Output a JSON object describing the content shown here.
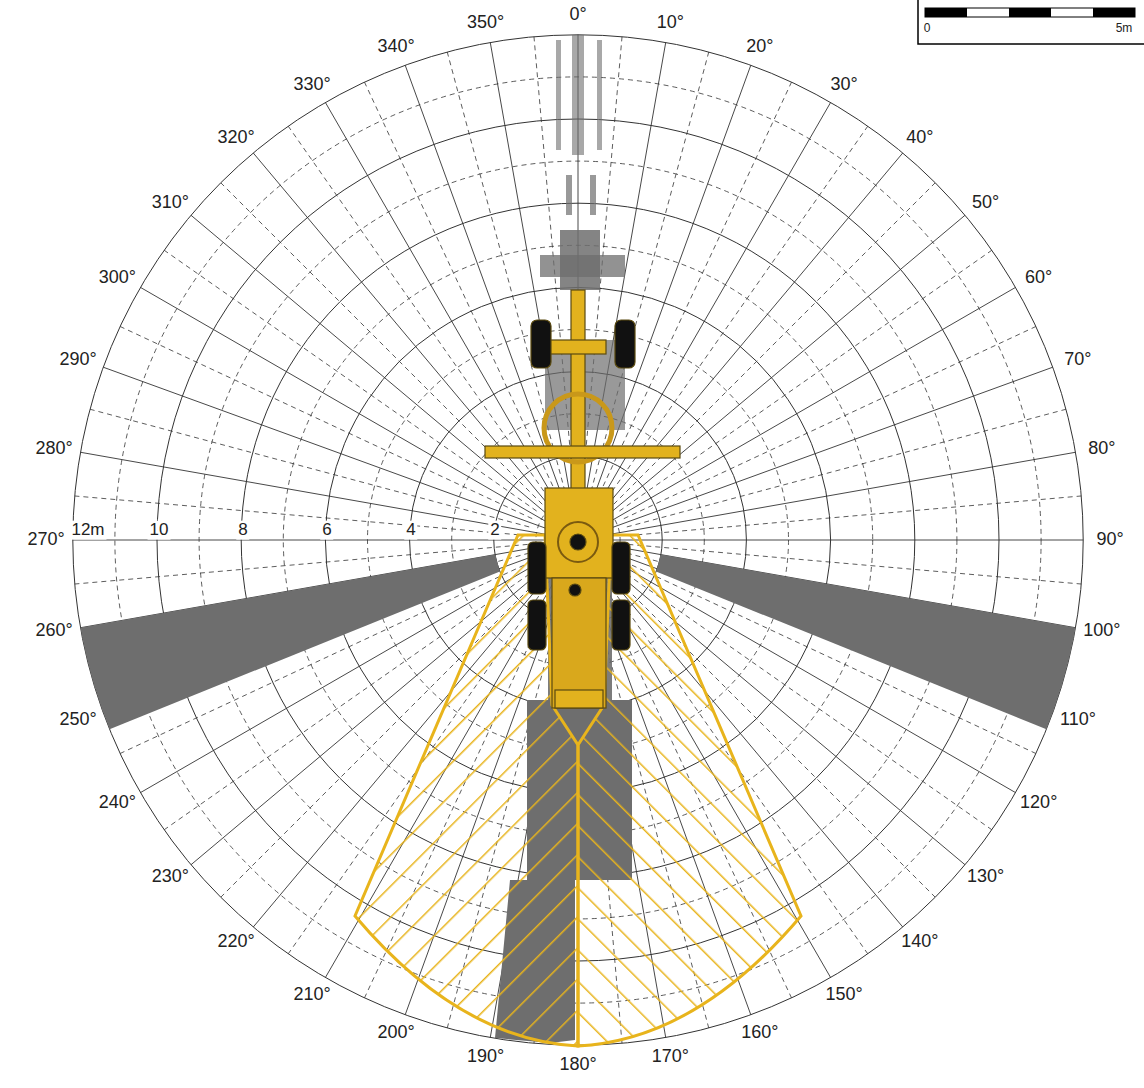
{
  "diagram": {
    "labels": [
      "0°",
      "10°",
      "20°",
      "30°",
      "40°",
      "50°",
      "60°",
      "70°",
      "80°",
      "90°",
      "100°",
      "110°",
      "120°",
      "130°",
      "140°",
      "150°",
      "160°",
      "170°",
      "180°",
      "190°",
      "200°",
      "210°",
      "220°",
      "230°",
      "240°",
      "250°",
      "260°",
      "270°",
      "280°",
      "290°",
      "300°",
      "310°",
      "320°",
      "330°",
      "340°",
      "350°",
      "12m",
      "10",
      "8",
      "6",
      "4",
      "2",
      "0",
      "5m"
    ]
  }
}
